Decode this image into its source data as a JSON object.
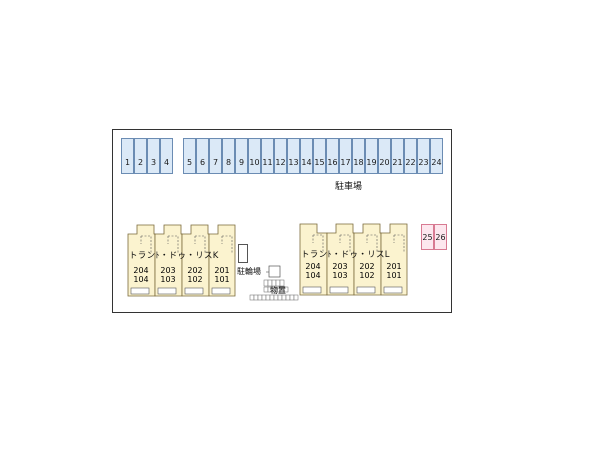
{
  "parking": {
    "label": "駐車場",
    "group_a": [
      "1",
      "2",
      "3",
      "4"
    ],
    "group_b": [
      "5",
      "6",
      "7",
      "8",
      "9",
      "10",
      "11",
      "12",
      "13",
      "14",
      "15",
      "16",
      "17",
      "18",
      "19",
      "20",
      "21",
      "22",
      "23",
      "24"
    ],
    "group_c": [
      "25",
      "26"
    ]
  },
  "buildings": [
    {
      "name": "トランﾄ・ドゥ・リスK",
      "units": [
        {
          "upper": "204",
          "lower": "104"
        },
        {
          "upper": "203",
          "lower": "103"
        },
        {
          "upper": "202",
          "lower": "102"
        },
        {
          "upper": "201",
          "lower": "101"
        }
      ]
    },
    {
      "name": "トランﾄ・ドゥ・リスL",
      "units": [
        {
          "upper": "204",
          "lower": "104"
        },
        {
          "upper": "203",
          "lower": "103"
        },
        {
          "upper": "202",
          "lower": "102"
        },
        {
          "upper": "201",
          "lower": "101"
        }
      ]
    }
  ],
  "facilities": {
    "bicycle_parking": "駐輪場",
    "storage": "物置"
  },
  "colors": {
    "parking_fill": "#dbe9f7",
    "parking_stroke": "#6b8cb3",
    "building_fill": "#fbf3cf",
    "building_stroke": "#7a6a3a",
    "special_parking_fill": "#fde7ee"
  }
}
